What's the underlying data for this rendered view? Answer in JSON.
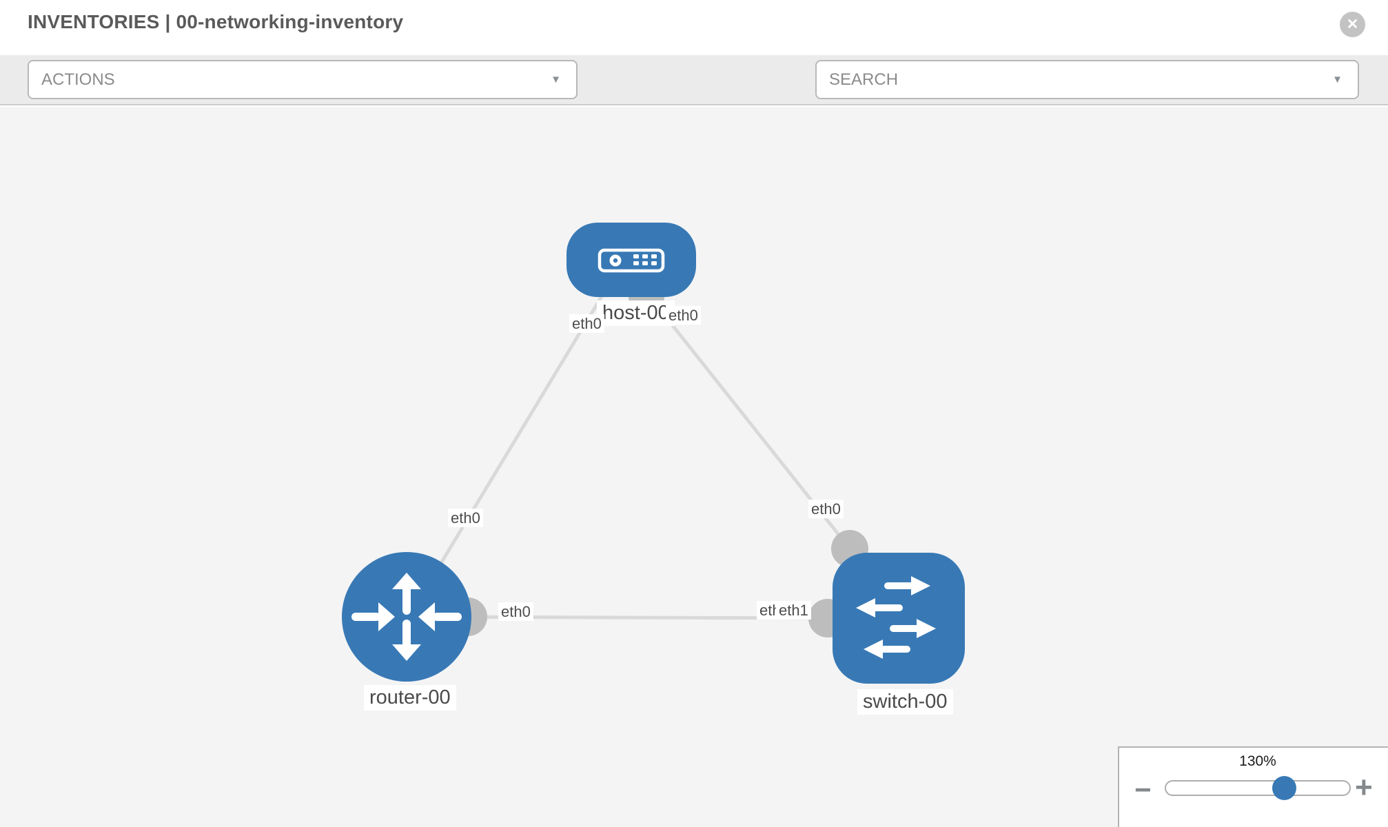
{
  "header": {
    "title": "INVENTORIES | 00-networking-inventory"
  },
  "icons": {
    "close": "✕",
    "dropdown_chevron": "▼",
    "wrench": "wrench-icon",
    "key": "key-icon",
    "zoom_minus": "−",
    "zoom_plus": "+"
  },
  "toolbar": {
    "actions_value": "ACTIONS",
    "search_value": "SEARCH"
  },
  "topology": {
    "nodes": [
      {
        "id": "host-00",
        "type": "host",
        "label": "host-00"
      },
      {
        "id": "router-00",
        "type": "router",
        "label": "router-00"
      },
      {
        "id": "switch-00",
        "type": "switch",
        "label": "switch-00"
      }
    ],
    "links": [
      {
        "from": "host-00",
        "from_port": "eth0",
        "to": "router-00",
        "to_port": "eth0"
      },
      {
        "from": "host-00",
        "from_port": "eth0",
        "to": "switch-00",
        "to_port": "eth0"
      },
      {
        "from": "router-00",
        "from_port": "eth0",
        "to": "switch-00",
        "to_port": "eth1"
      }
    ],
    "port_labels": [
      {
        "text": "eth0"
      },
      {
        "text": "eth0"
      },
      {
        "text": "eth0"
      },
      {
        "text": "eth0"
      },
      {
        "text": "eth0"
      },
      {
        "text": "eth0"
      },
      {
        "text": "eth1"
      }
    ]
  },
  "zoom": {
    "level": "130%"
  },
  "colors": {
    "node_fill": "#3879b5",
    "link": "#d9d9d9",
    "interface_dot": "#bdbdbd",
    "arrowhead": "#b3b3b3",
    "canvas_bg": "#f4f4f5",
    "toolbar_bg": "#ebebec",
    "slider_handle": "#3879b5",
    "muted_text": "#8b8b8b",
    "title_text": "#5a5a5a",
    "close_bg": "#c3c3c3"
  }
}
